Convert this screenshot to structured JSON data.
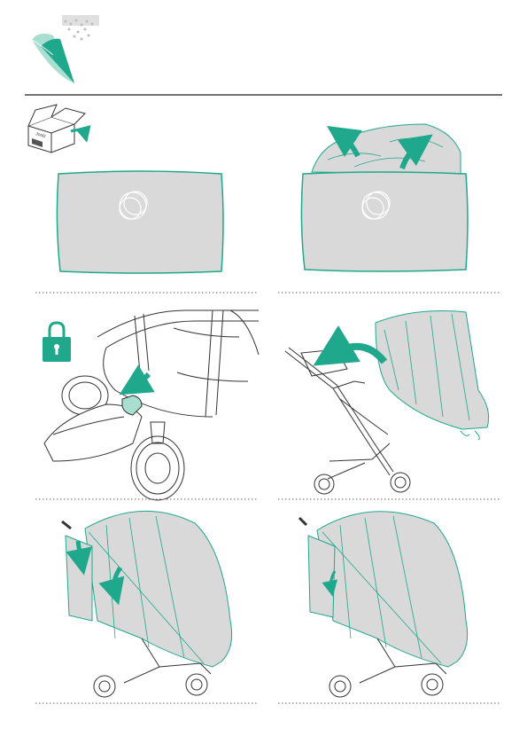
{
  "page": {
    "kind": "raincover assembly instructions",
    "accent_color": "#1fa88c",
    "line_color": "#333333",
    "fill_gray": "#d9d9d9",
    "light_gray": "#ececec"
  },
  "header": {
    "icon": "raincover-rain-icon"
  },
  "steps": [
    {
      "id": 1,
      "icon": "unpack-box-icon",
      "box_label": "Joolz",
      "items": [
        "folded-raincover-icon"
      ]
    },
    {
      "id": 2,
      "items": [
        "unfold-raincover-arrows-icon"
      ]
    },
    {
      "id": 3,
      "icon": "padlock-icon",
      "items": [
        "attach-clip-to-frame-icon"
      ]
    },
    {
      "id": 4,
      "items": [
        "place-raincover-over-stroller-icon"
      ]
    },
    {
      "id": 5,
      "items": [
        "fold-down-side-flaps-icon"
      ]
    },
    {
      "id": 6,
      "items": [
        "raincover-fitted-icon"
      ]
    }
  ]
}
